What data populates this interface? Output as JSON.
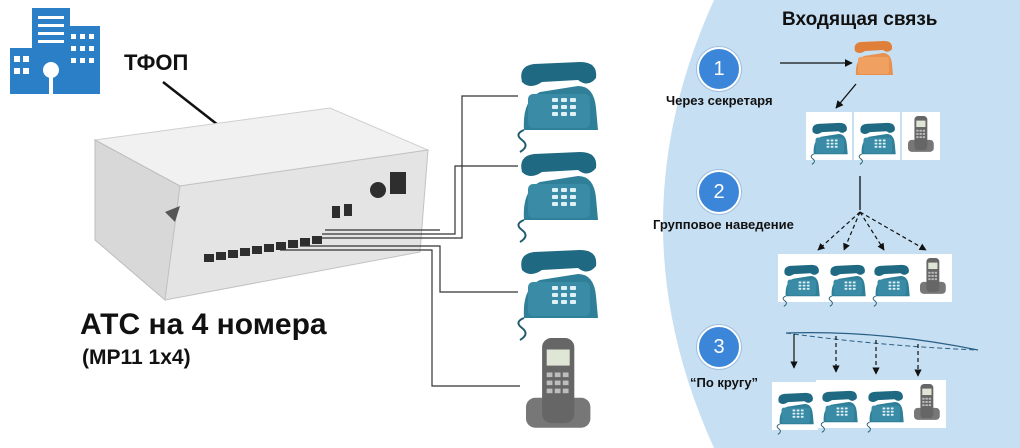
{
  "pstn": {
    "label": "ТФОП"
  },
  "pbx": {
    "title": "АТС на 4 номера",
    "model": "(MP11 1x4)"
  },
  "incoming": {
    "title": "Входящая связь",
    "steps": [
      {
        "number": "1",
        "label": "Через секретаря"
      },
      {
        "number": "2",
        "label": "Групповое наведение"
      },
      {
        "number": "3",
        "label": "“По кругу”"
      }
    ]
  },
  "colors": {
    "panel": "#c6dff2",
    "phone": "#3a8ba6",
    "secretary_phone": "#f0a060",
    "building": "#2a7fc6",
    "step_circle": "#3b86d8"
  },
  "icons": [
    "building-icon",
    "pbx-device-icon",
    "desk-phone-icon",
    "cordless-phone-icon",
    "secretary-phone-icon"
  ]
}
